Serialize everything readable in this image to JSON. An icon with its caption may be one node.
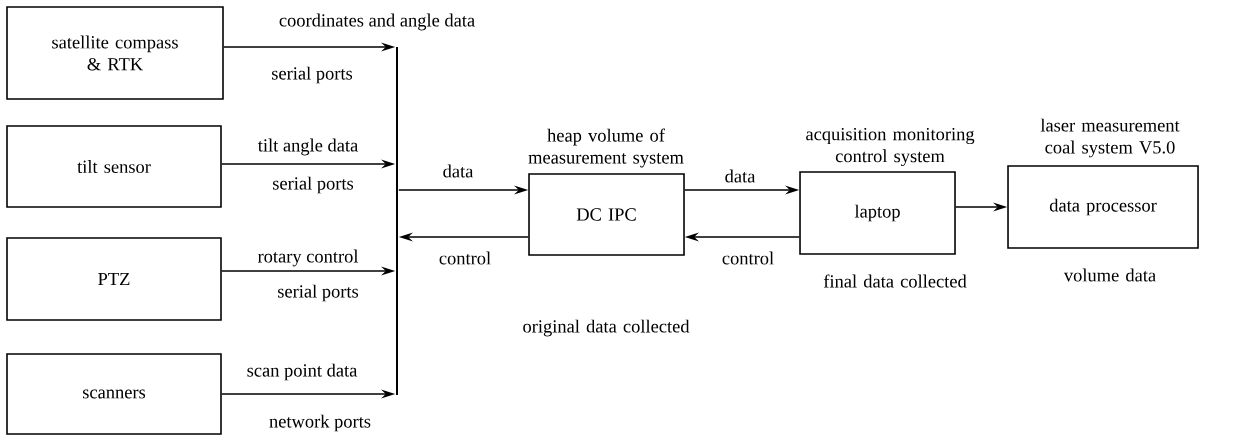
{
  "diagram": {
    "nodes": [
      {
        "text": [
          "satellite compass & RTK"
        ]
      },
      {
        "text": [
          "tilt sensor"
        ]
      },
      {
        "text": [
          "PTZ"
        ]
      },
      {
        "text": [
          "scanners"
        ]
      },
      {
        "text": [],
        "shape": "bar"
      },
      {
        "text": [
          "DC IPC"
        ],
        "beside": [
          "heap volume of measurement system",
          "original data collected"
        ]
      },
      {
        "text": [
          "laptop"
        ],
        "beside": [
          "acquisition monitoring control system",
          "final data collected"
        ]
      },
      {
        "text": [
          "data processor"
        ],
        "beside": [
          "laser measurement coal system V5.0",
          "volume data"
        ]
      }
    ],
    "edges": [
      {
        "from": 0,
        "to": 4,
        "arrow": "to",
        "label": "coordinates and angle data"
      },
      {
        "from": 1,
        "to": 4,
        "arrow": "to",
        "label": "tilt angle data"
      },
      {
        "from": 2,
        "to": 4,
        "arrow": "to",
        "label": "rotary control"
      },
      {
        "from": 3,
        "to": 4,
        "arrow": "to",
        "label": "scan point data"
      },
      {
        "from": 4,
        "to": 5,
        "arrow": "to",
        "label": "data"
      },
      {
        "from": 5,
        "to": 4,
        "arrow": "to",
        "label": "control"
      },
      {
        "from": 5,
        "to": 6,
        "arrow": "to",
        "label": "data"
      },
      {
        "from": 6,
        "to": 5,
        "arrow": "to",
        "label": "control"
      },
      {
        "from": 6,
        "to": 7,
        "arrow": "to"
      }
    ],
    "labels": [
      "serial ports",
      "serial ports",
      "serial ports",
      "network ports"
    ]
  }
}
